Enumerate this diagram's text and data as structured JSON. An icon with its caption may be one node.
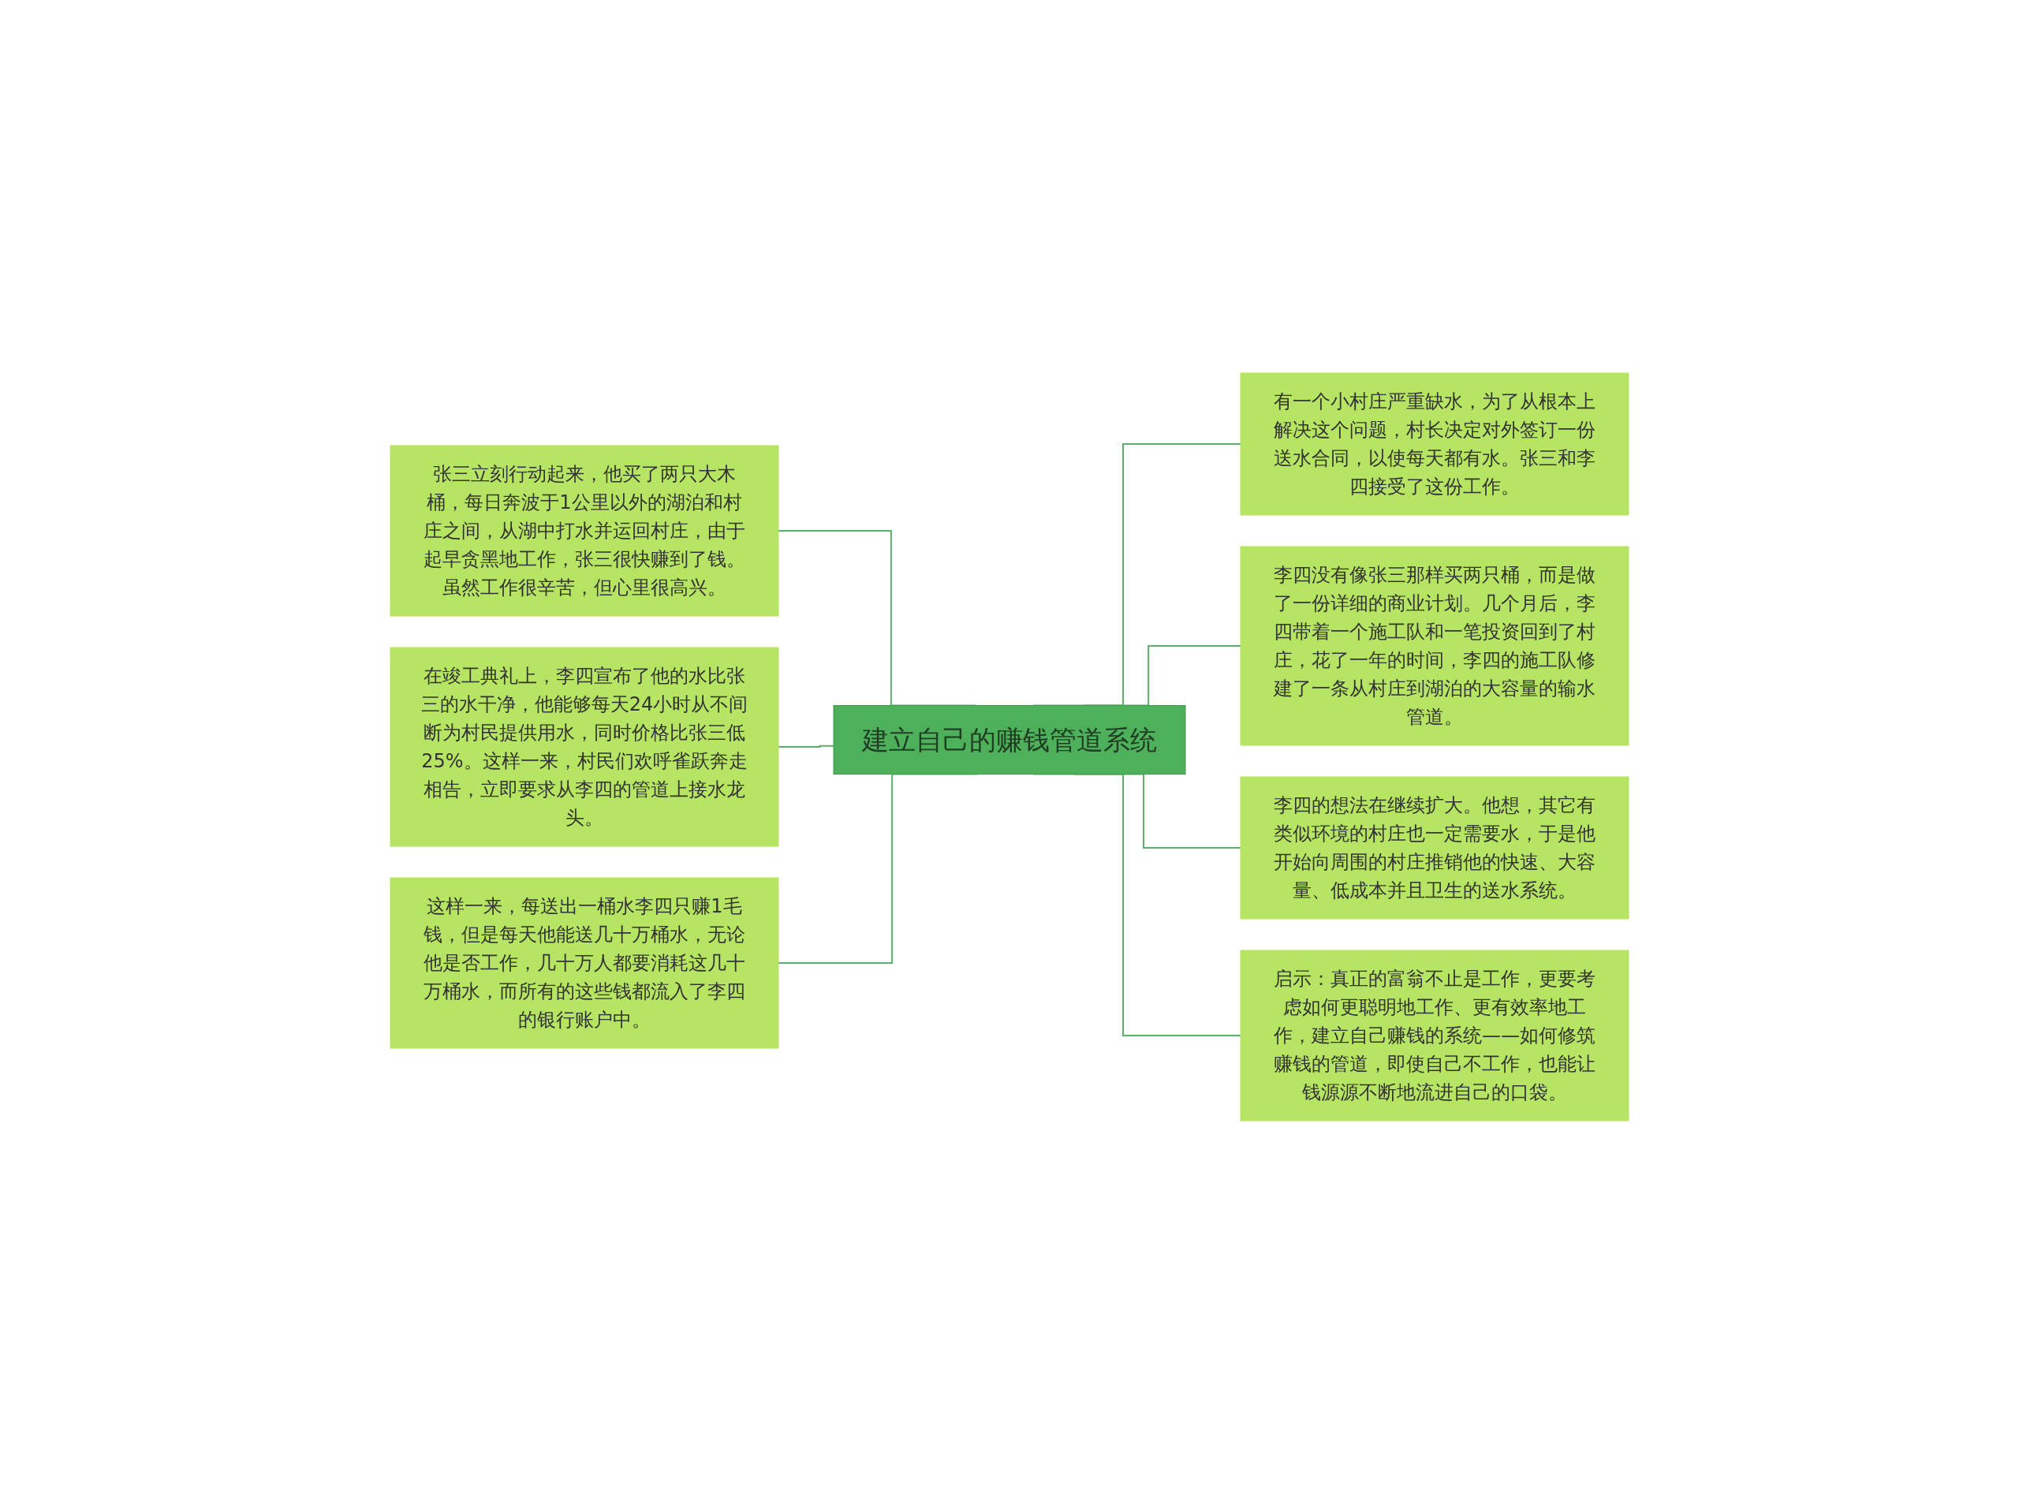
{
  "diagram": {
    "nodes": [
      {
        "text": [
          "建立自己的赚钱管道系统"
        ]
      },
      {
        "text": [
          "张三立刻行动起来，他买了两只大木桶，每日奔波于1公里以外的湖泊和村庄之间，从湖中打水并运回村庄，由于起早贪黑地工作，张三很快赚到了钱。虽然工作很辛苦，但心里很高兴。"
        ]
      },
      {
        "text": [
          "在竣工典礼上，李四宣布了他的水比张三的水干净，他能够每天24小时从不间断为村民提供用水，同时价格比张三低25%。这样一来，村民们欢呼雀跃奔走相告，立即要求从李四的管道上接水龙头。"
        ]
      },
      {
        "text": [
          "这样一来，每送出一桶水李四只赚1毛钱，但是每天他能送几十万桶水，无论他是否工作，几十万人都要消耗这几十万桶水，而所有的这些钱都流入了李四的银行账户中。"
        ]
      },
      {
        "text": [
          "有一个小村庄严重缺水，为了从根本上解决这个问题，村长决定对外签订一份送水合同，以使每天都有水。张三和李四接受了这份工作。"
        ]
      },
      {
        "text": [
          "李四没有像张三那样买两只桶，而是做了一份详细的商业计划。几个月后，李四带着一个施工队和一笔投资回到了村庄，花了一年的时间，李四的施工队修建了一条从村庄到湖泊的大容量的输水管道。"
        ]
      },
      {
        "text": [
          "李四的想法在继续扩大。他想，其它有类似环境的村庄也一定需要水，于是他开始向周围的村庄推销他的快速、大容量、低成本并且卫生的送水系统。"
        ]
      },
      {
        "text": [
          "启示：真正的富翁不止是工作，更要考虑如何更聪明地工作、更有效率地工作，建立自己赚钱的系统——如何修筑赚钱的管道，即使自己不工作，也能让钱源源不断地流进自己的口袋。"
        ]
      }
    ],
    "edges": [
      {
        "from": 0,
        "to": 1,
        "arrow": "none"
      },
      {
        "from": 0,
        "to": 2,
        "arrow": "none"
      },
      {
        "from": 0,
        "to": 3,
        "arrow": "none"
      },
      {
        "from": 0,
        "to": 4,
        "arrow": "none"
      },
      {
        "from": 0,
        "to": 5,
        "arrow": "none"
      },
      {
        "from": 0,
        "to": 6,
        "arrow": "none"
      },
      {
        "from": 0,
        "to": 7,
        "arrow": "none"
      }
    ]
  }
}
